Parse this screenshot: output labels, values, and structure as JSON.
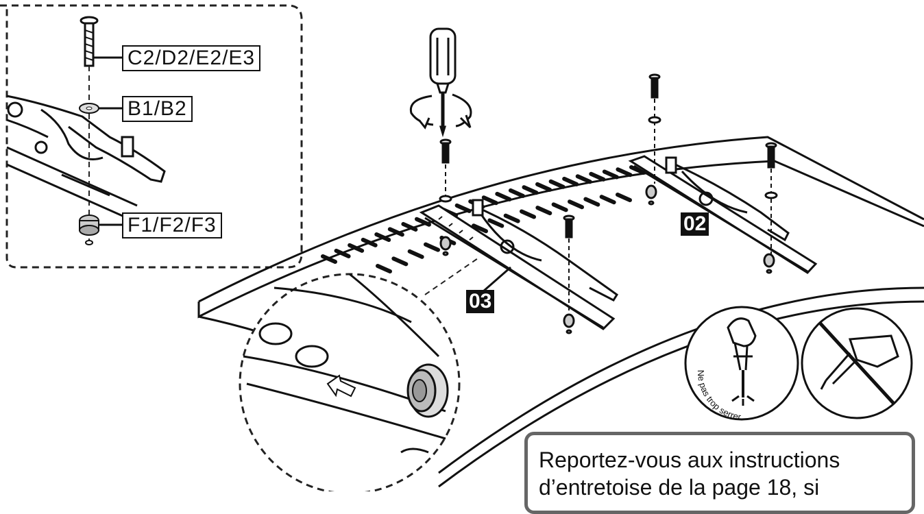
{
  "labels": {
    "c_group": "C2/D2/E2/E3",
    "b_group": "B1/B2",
    "f_group": "F1/F2/F3",
    "badge_02": "02",
    "badge_03": "03"
  },
  "warning": {
    "text": "Ne pas trop serrer"
  },
  "note": {
    "line1": "Reportez-vous aux instructions",
    "line2": "d’entretoise de la page 18, si"
  }
}
